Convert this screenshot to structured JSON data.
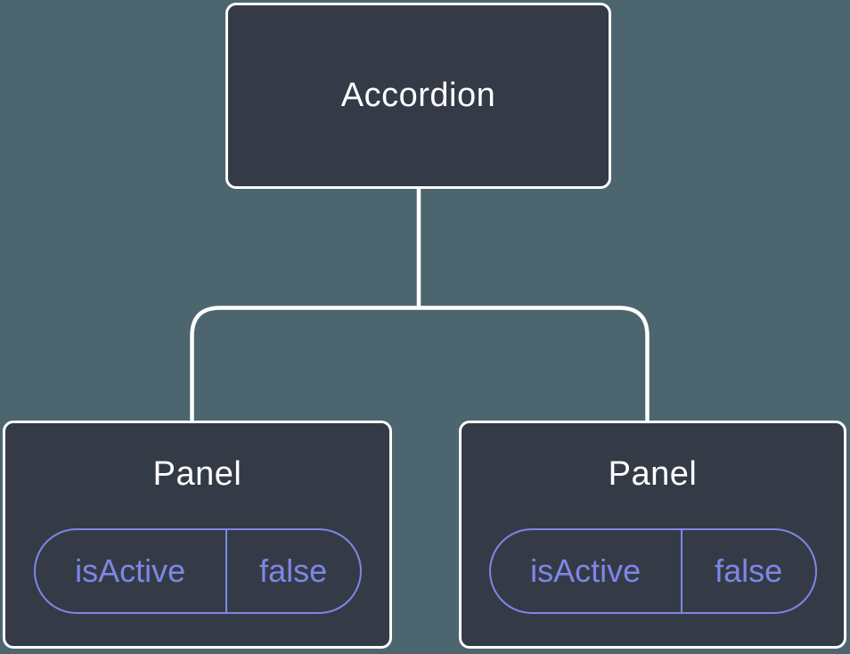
{
  "diagram": {
    "type": "component-tree",
    "colors": {
      "background": "#4d656e",
      "node-fill": "#343b47",
      "node-border": "#ffffff",
      "connector": "#ffffff",
      "accent": "#7e86e6",
      "title-text": "#ffffff"
    },
    "root": {
      "label": "Accordion"
    },
    "children": [
      {
        "label": "Panel",
        "state": {
          "key": "isActive",
          "value": "false"
        }
      },
      {
        "label": "Panel",
        "state": {
          "key": "isActive",
          "value": "false"
        }
      }
    ]
  }
}
